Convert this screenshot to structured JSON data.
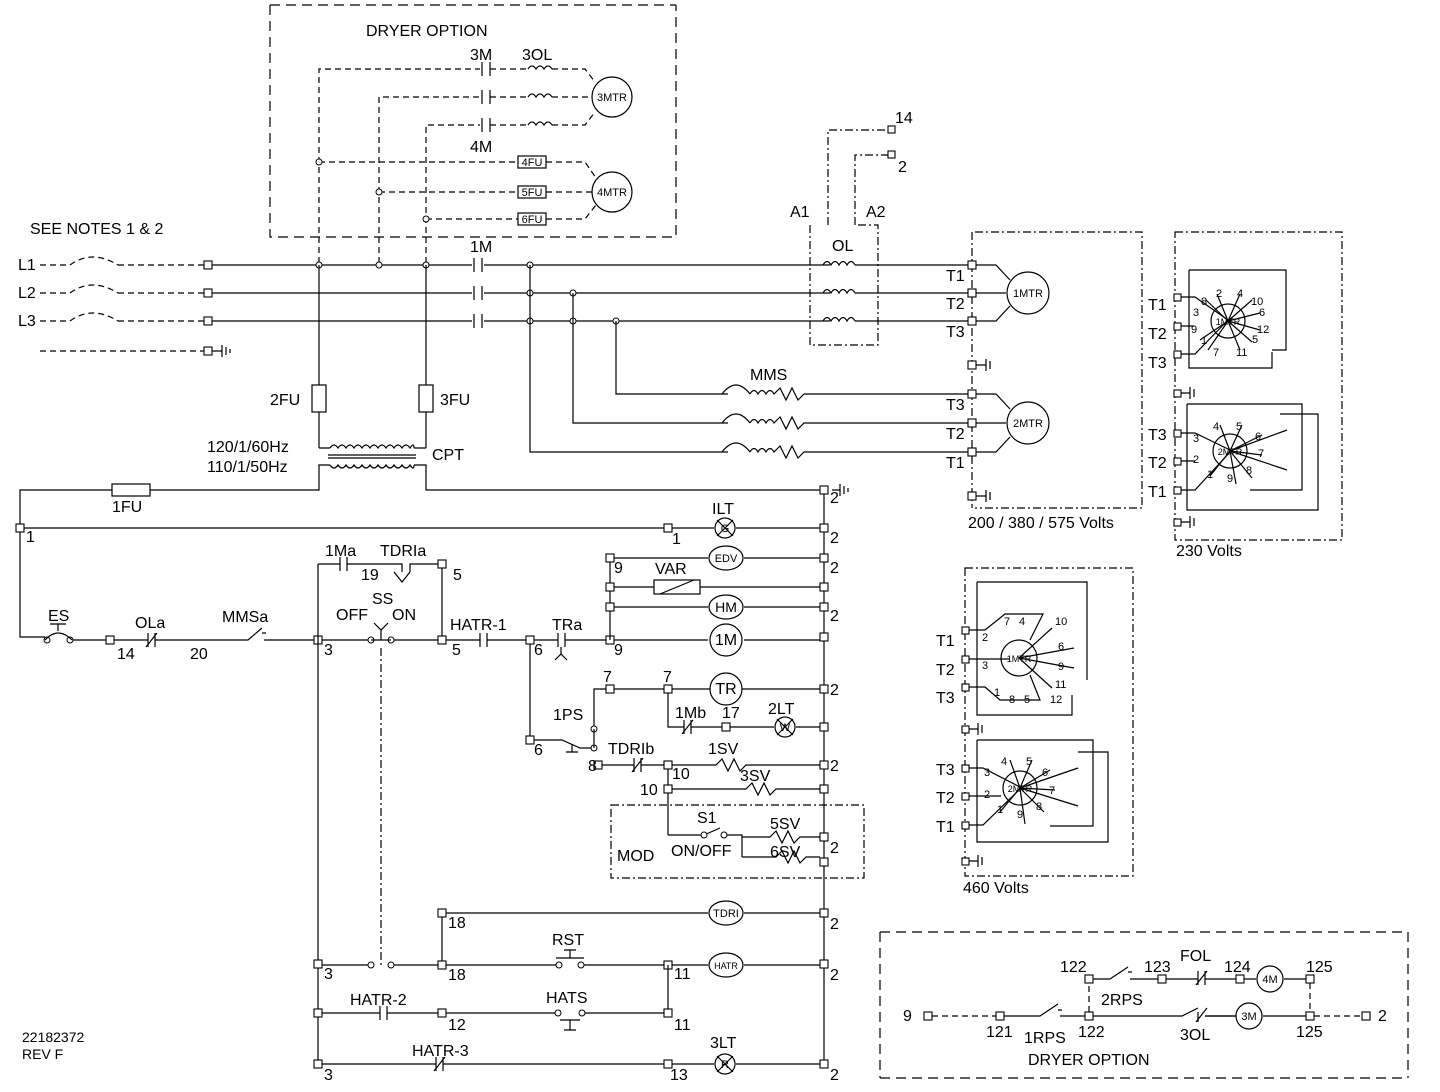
{
  "drawing": {
    "number": "22182372",
    "revision": "REV F",
    "see_notes": "SEE NOTES 1 & 2"
  },
  "supply": {
    "lines": [
      "L1",
      "L2",
      "L3"
    ]
  },
  "dryer_top": {
    "title": "DRYER OPTION",
    "contactor_3m": "3M",
    "overload_3ol": "3OL",
    "contactor_4m": "4M",
    "fuses": [
      "4FU",
      "5FU",
      "6FU"
    ],
    "motor_3mtr": "3MTR",
    "motor_4mtr": "4MTR"
  },
  "power": {
    "contactor_1m": "1M",
    "fuse_2fu": "2FU",
    "fuse_3fu": "3FU",
    "cpt_primary": "120/1/60Hz",
    "cpt_secondary": "110/1/50Hz",
    "cpt": "CPT",
    "fuse_1fu": "1FU",
    "overload": "OL",
    "a1": "A1",
    "a2": "A2",
    "term_14": "14",
    "term_2": "2",
    "mms": "MMS"
  },
  "motors_main": {
    "motor_1mtr": "1MTR",
    "motor_2mtr": "2MTR",
    "t1": "T1",
    "t2": "T2",
    "t3": "T3",
    "voltage_label": "200 / 380 / 575 Volts"
  },
  "wiring_230": {
    "voltage_label": "230 Volts",
    "pins_1mtr": [
      "8",
      "2",
      "4",
      "10",
      "3",
      "6",
      "9",
      "12",
      "1",
      "5",
      "7",
      "11"
    ],
    "pins_2mtr": [
      "4",
      "5",
      "6",
      "3",
      "7",
      "2",
      "1",
      "9",
      "8"
    ]
  },
  "wiring_460": {
    "voltage_label": "460 Volts",
    "pins_1mtr": [
      "7",
      "4",
      "10",
      "2",
      "6",
      "3",
      "9",
      "11",
      "1",
      "8",
      "5",
      "12"
    ],
    "pins_2mtr": [
      "4",
      "5",
      "3",
      "6",
      "2",
      "7",
      "1",
      "9",
      "8"
    ]
  },
  "control": {
    "ilt": "ILT",
    "edv": "EDV",
    "var": "VAR",
    "hm": "HM",
    "coil_1m": "1M",
    "tr": "TR",
    "lt2": "2LT",
    "es": "ES",
    "ola": "OLa",
    "mmsa": "MMSa",
    "ma1": "1Ma",
    "tdria": "TDRIa",
    "ss": "SS",
    "ss_off": "OFF",
    "ss_on": "ON",
    "hatr1": "HATR-1",
    "tra": "TRa",
    "ps1": "1PS",
    "mb1": "1Mb",
    "tdrib": "TDRIb",
    "sv1": "1SV",
    "sv3": "3SV",
    "s1": "S1",
    "s1_state": "ON/OFF",
    "sv5": "5SV",
    "sv6": "6SV",
    "mod": "MOD",
    "tdri": "TDRI",
    "rst": "RST",
    "hatr": "HATR",
    "hatr2": "HATR-2",
    "hats": "HATS",
    "hatr3": "HATR-3",
    "lt3": "3LT",
    "lamp_g": "G",
    "lamp_w": "W",
    "lamp_r": "R",
    "wires": {
      "w1": "1",
      "w2": "2",
      "w3": "3",
      "w5": "5",
      "w6": "6",
      "w7": "7",
      "w8": "8",
      "w9": "9",
      "w10": "10",
      "w11": "11",
      "w12": "12",
      "w13": "13",
      "w14": "14",
      "w17": "17",
      "w18": "18",
      "w19": "19",
      "w20": "20"
    }
  },
  "dryer_bottom": {
    "title": "DRYER OPTION",
    "rps1": "1RPS",
    "rps2": "2RPS",
    "fol": "FOL",
    "ol3": "3OL",
    "coil_4m": "4M",
    "coil_3m": "3M",
    "w9": "9",
    "w121": "121",
    "w122": "122",
    "w123": "123",
    "w124": "124",
    "w125": "125",
    "w2": "2"
  }
}
